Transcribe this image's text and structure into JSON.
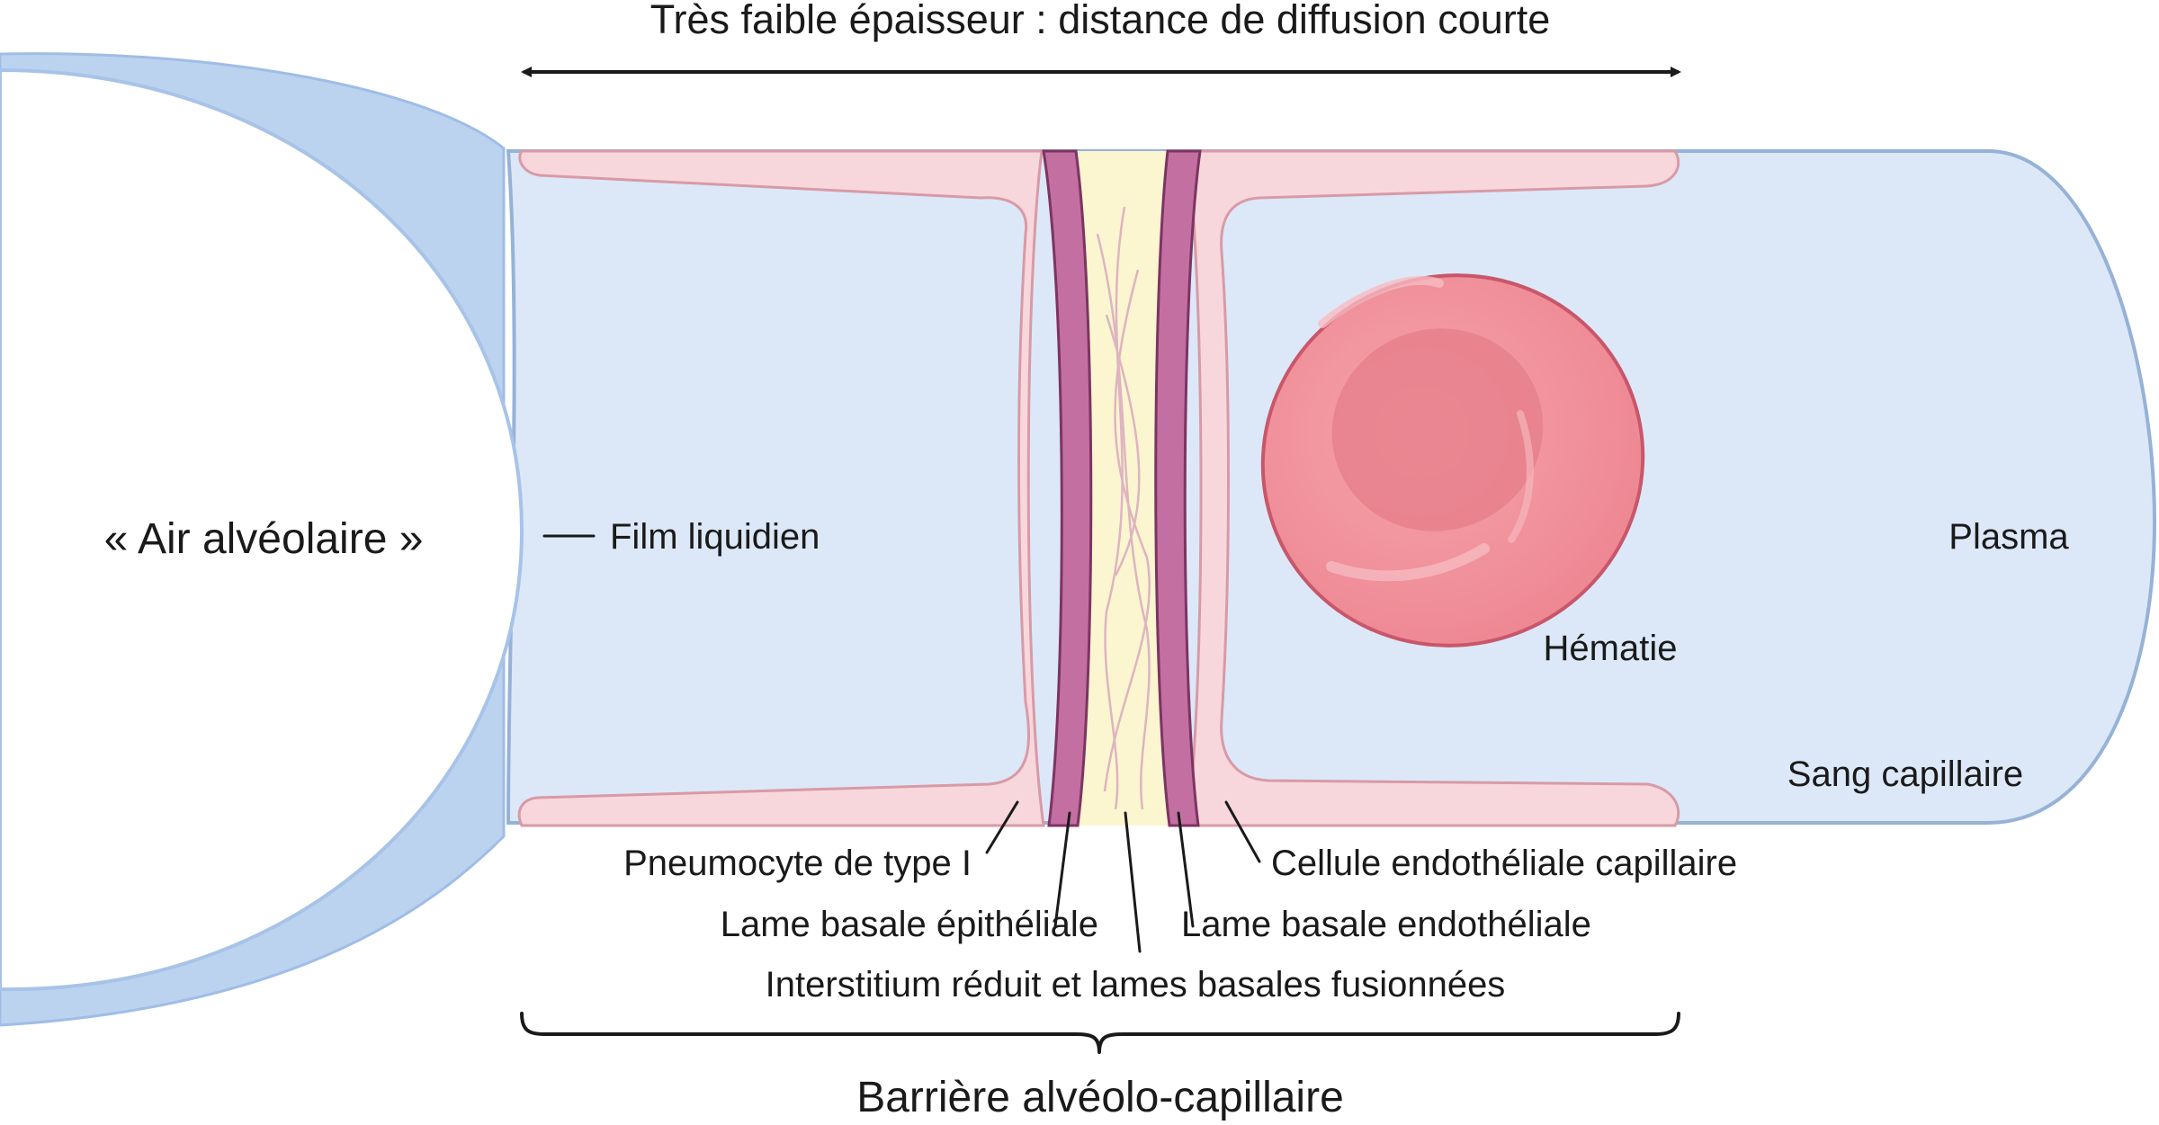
{
  "top_label": "Très faible épaisseur : distance de diffusion courte",
  "air_label": "« Air alvéolaire »",
  "film_label": "Film liquidien",
  "plasma_label": "Plasma",
  "rbc_label": "Hématie",
  "blood_label": "Sang capillaire",
  "bottom_labels": {
    "pneumocyte": "Pneumocyte de type I",
    "lame_epi": "Lame basale épithéliale",
    "interstitium": "Interstitium réduit et lames basales fusionnées",
    "lame_endo": "Lame basale endothéliale",
    "endothelial": "Cellule endothéliale capillaire"
  },
  "barrier_label": "Barrière alvéolo-capillaire",
  "colors": {
    "plasma": "#dce8f8",
    "alveolar_wall": "#b9d1ef",
    "cell_pink": "#f8d7dc",
    "cell_outline": "#d89aa6",
    "basal_lamina": "#c46fa2",
    "interstitium": "#fbf6d0",
    "rbc": "#ef8b96",
    "rbc_outline": "#c9566a"
  }
}
